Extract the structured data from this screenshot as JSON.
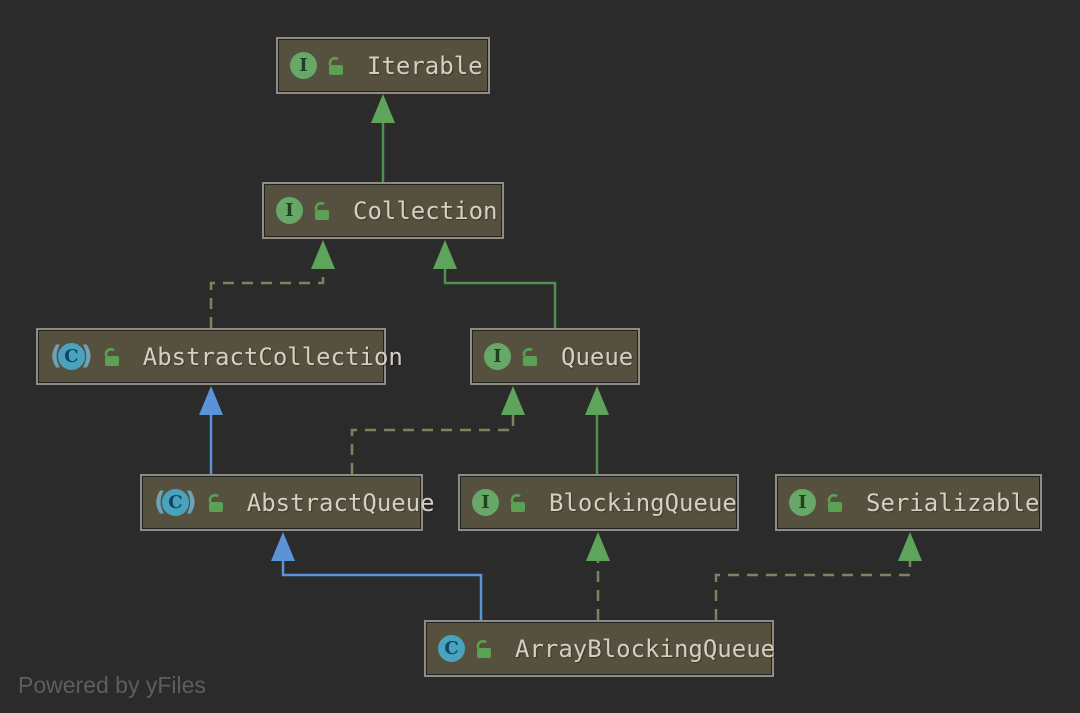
{
  "diagram": {
    "nodes": {
      "iterable": {
        "label": "Iterable",
        "kind": "interface",
        "type_icon": "interface-icon",
        "modifier_icon": "open-lock-icon"
      },
      "collection": {
        "label": "Collection",
        "kind": "interface",
        "type_icon": "interface-icon",
        "modifier_icon": "open-lock-icon"
      },
      "abstract_collection": {
        "label": "AbstractCollection",
        "kind": "abstract-class",
        "type_icon": "abstract-class-icon",
        "modifier_icon": "open-lock-icon"
      },
      "queue": {
        "label": "Queue",
        "kind": "interface",
        "type_icon": "interface-icon",
        "modifier_icon": "open-lock-icon"
      },
      "abstract_queue": {
        "label": "AbstractQueue",
        "kind": "abstract-class",
        "type_icon": "abstract-class-icon",
        "modifier_icon": "open-lock-icon"
      },
      "blocking_queue": {
        "label": "BlockingQueue",
        "kind": "interface",
        "type_icon": "interface-icon",
        "modifier_icon": "open-lock-icon"
      },
      "serializable": {
        "label": "Serializable",
        "kind": "interface",
        "type_icon": "interface-icon",
        "modifier_icon": "open-lock-icon"
      },
      "array_blocking_queue": {
        "label": "ArrayBlockingQueue",
        "kind": "class",
        "type_icon": "class-icon",
        "modifier_icon": "open-lock-icon"
      }
    },
    "icon_glyphs": {
      "interface": "I",
      "class": "C",
      "abstract_left_paren": "(",
      "abstract_right_paren": ")"
    },
    "edges": [
      {
        "from": "Collection",
        "to": "Iterable",
        "relation": "extends",
        "style": "solid-green-arrow"
      },
      {
        "from": "AbstractCollection",
        "to": "Collection",
        "relation": "implements",
        "style": "dashed-green-arrow"
      },
      {
        "from": "Queue",
        "to": "Collection",
        "relation": "extends",
        "style": "solid-green-arrow"
      },
      {
        "from": "AbstractQueue",
        "to": "AbstractCollection",
        "relation": "extends",
        "style": "solid-blue-arrow"
      },
      {
        "from": "AbstractQueue",
        "to": "Queue",
        "relation": "implements",
        "style": "dashed-green-arrow"
      },
      {
        "from": "BlockingQueue",
        "to": "Queue",
        "relation": "extends",
        "style": "solid-green-arrow"
      },
      {
        "from": "ArrayBlockingQueue",
        "to": "AbstractQueue",
        "relation": "extends",
        "style": "solid-blue-arrow"
      },
      {
        "from": "ArrayBlockingQueue",
        "to": "BlockingQueue",
        "relation": "implements",
        "style": "dashed-green-arrow"
      },
      {
        "from": "ArrayBlockingQueue",
        "to": "Serializable",
        "relation": "implements",
        "style": "dashed-green-arrow"
      }
    ]
  },
  "footer": {
    "powered_by": "Powered by yFiles"
  },
  "colors": {
    "canvas_bg": "#2b2b2b",
    "node_fill": "#56513f",
    "node_border": "#8f8c82",
    "node_text": "#d4cfc3",
    "edge_green": "#4f8f4f",
    "edge_green_dashed": "#79855f",
    "edge_arrow_green": "#5ea55b",
    "edge_blue": "#5a93d7",
    "iface_icon_bg": "#67a767",
    "iface_icon_fg": "#1d421d",
    "class_icon_bg": "#49a3bf",
    "class_icon_fg": "#11475f",
    "lock_green": "#5aa153",
    "powered_text": "#5e5e5e"
  }
}
